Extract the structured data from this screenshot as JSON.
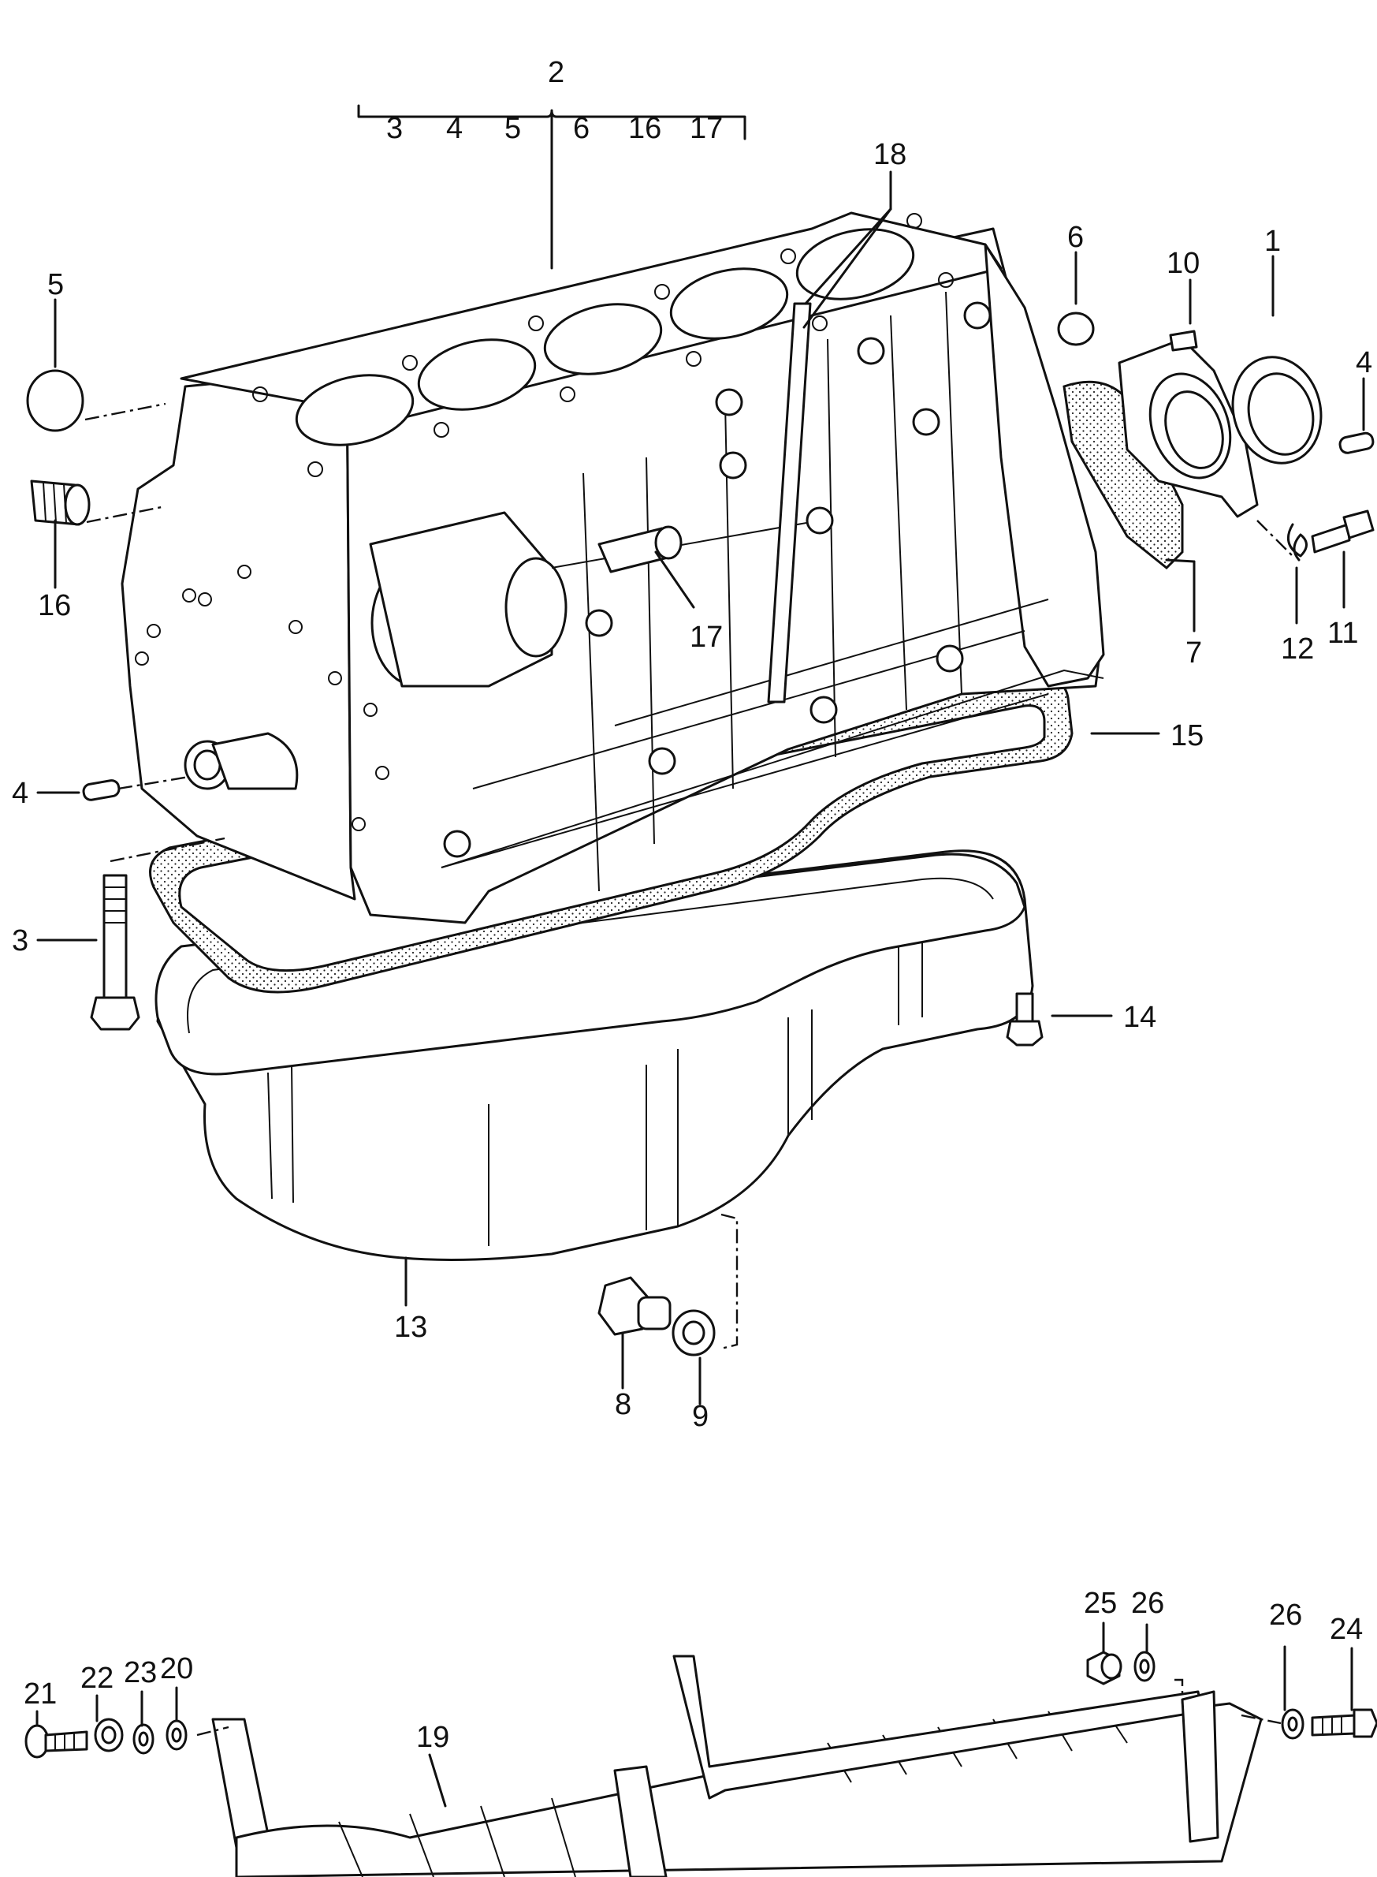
{
  "diagram": {
    "group_label": "2",
    "group_items": [
      "3",
      "4",
      "5",
      "6",
      "16",
      "17"
    ],
    "callouts": [
      {
        "id": "c1",
        "text": "1"
      },
      {
        "id": "c3",
        "text": "3"
      },
      {
        "id": "c4a",
        "text": "4"
      },
      {
        "id": "c4b",
        "text": "4"
      },
      {
        "id": "c5",
        "text": "5"
      },
      {
        "id": "c6",
        "text": "6"
      },
      {
        "id": "c7",
        "text": "7"
      },
      {
        "id": "c8",
        "text": "8"
      },
      {
        "id": "c9",
        "text": "9"
      },
      {
        "id": "c10",
        "text": "10"
      },
      {
        "id": "c11",
        "text": "11"
      },
      {
        "id": "c12",
        "text": "12"
      },
      {
        "id": "c13",
        "text": "13"
      },
      {
        "id": "c14",
        "text": "14"
      },
      {
        "id": "c15",
        "text": "15"
      },
      {
        "id": "c16",
        "text": "16"
      },
      {
        "id": "c17",
        "text": "17"
      },
      {
        "id": "c18",
        "text": "18"
      },
      {
        "id": "c19",
        "text": "19"
      },
      {
        "id": "c20",
        "text": "20"
      },
      {
        "id": "c21",
        "text": "21"
      },
      {
        "id": "c22",
        "text": "22"
      },
      {
        "id": "c23",
        "text": "23"
      },
      {
        "id": "c24",
        "text": "24"
      },
      {
        "id": "c25",
        "text": "25"
      },
      {
        "id": "c26a",
        "text": "26"
      },
      {
        "id": "c26b",
        "text": "26"
      }
    ]
  }
}
